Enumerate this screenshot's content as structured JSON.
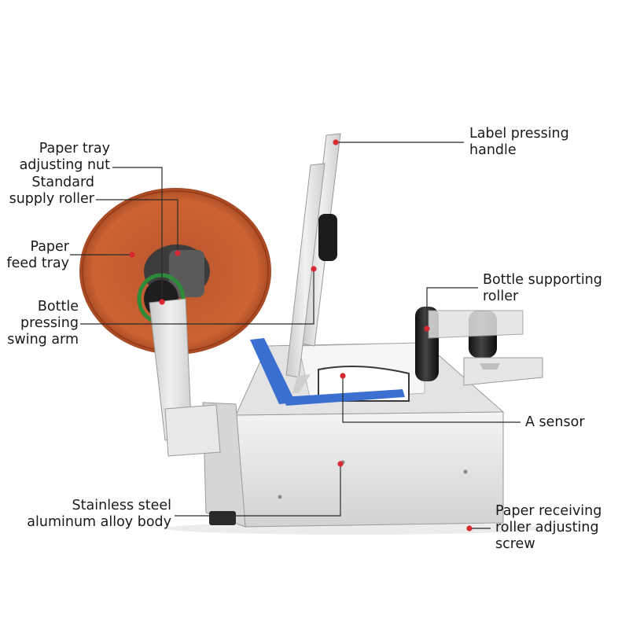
{
  "colors": {
    "marker": "#d8282f",
    "leader_line": "#2a2a2a",
    "stainless": "#dcdcdc",
    "reel_orange": "#c4501f",
    "roller_black": "#222222",
    "label_strip": "#3b6fd0"
  },
  "labels": {
    "paper_tray_adjusting_nut": [
      "Paper tray",
      "adjusting nut"
    ],
    "standard_supply_roller": [
      "Standard",
      "supply roller"
    ],
    "paper_feed_tray": [
      "Paper",
      "feed tray"
    ],
    "bottle_pressing_swing_arm": [
      "Bottle",
      "pressing",
      "swing arm"
    ],
    "label_pressing_handle": [
      "Label pressing",
      "handle"
    ],
    "bottle_supporting_roller": [
      "Bottle supporting",
      "roller"
    ],
    "a_sensor": [
      "A sensor"
    ],
    "stainless_steel_body": [
      "Stainless steel",
      "aluminum alloy body"
    ],
    "paper_receiving_screw": [
      "Paper receiving",
      "roller adjusting",
      "screw"
    ]
  }
}
